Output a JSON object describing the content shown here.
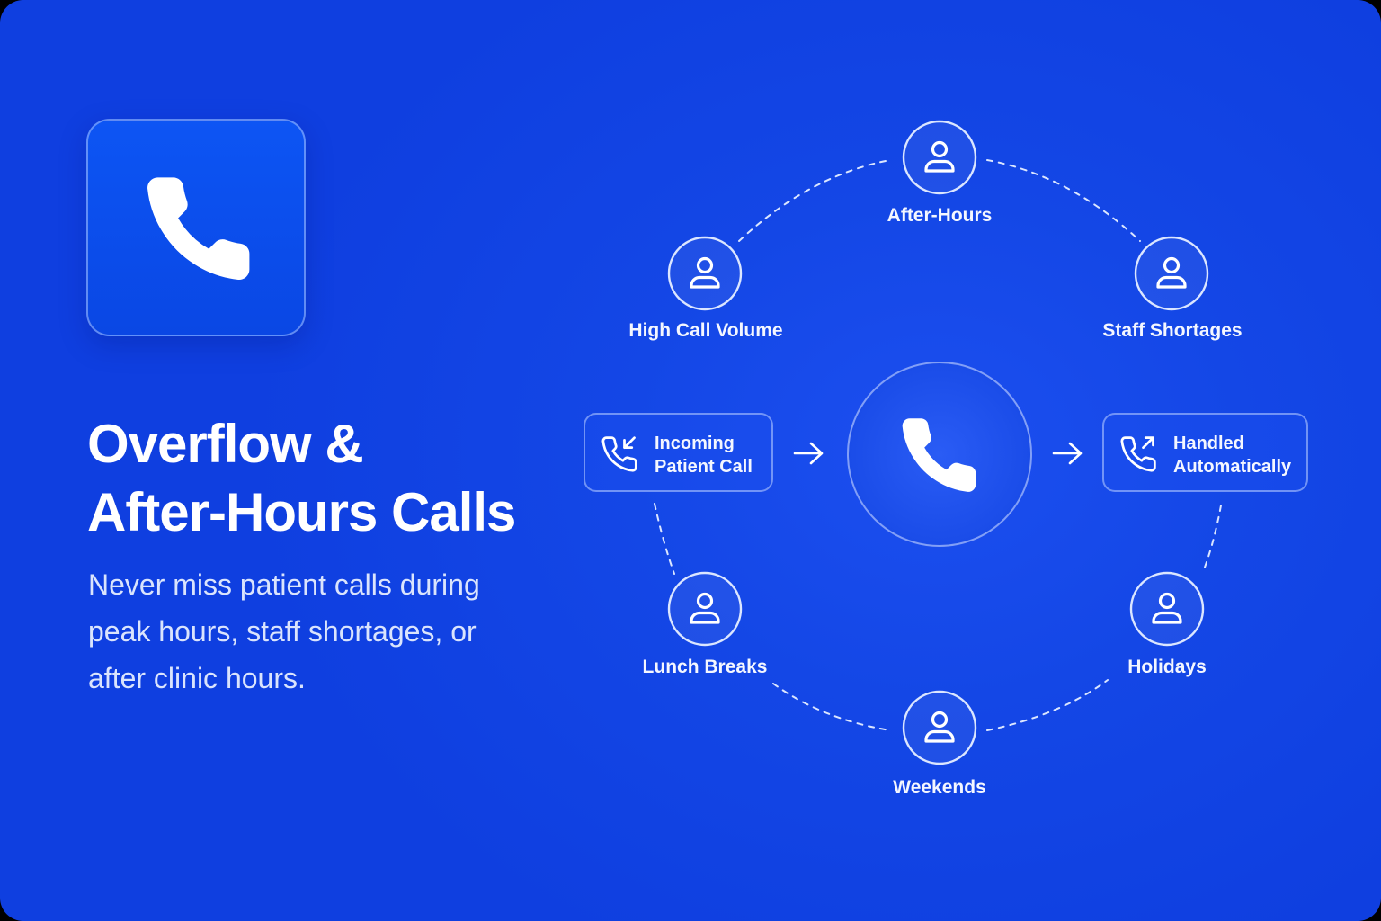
{
  "colors": {
    "background": "#1447e6",
    "accent_tile": "#0d55f4",
    "line": "#dbe6ff",
    "text": "#ffffff"
  },
  "header": {
    "app_icon": "phone-icon",
    "title_line1": "Overflow &",
    "title_line2": "After-Hours Calls",
    "subtitle_lines": [
      "Never miss patient calls during",
      "peak hours, staff shortages, or",
      "after clinic hours."
    ]
  },
  "diagram": {
    "center_icon": "phone-icon",
    "node_icon": "person-icon",
    "arrow_icon": "arrow-right-icon",
    "nodes": [
      {
        "id": "after-hours",
        "label": "After-Hours"
      },
      {
        "id": "high-call-volume",
        "label": "High Call Volume"
      },
      {
        "id": "staff-shortages",
        "label": "Staff Shortages"
      },
      {
        "id": "lunch-breaks",
        "label": "Lunch Breaks"
      },
      {
        "id": "holidays",
        "label": "Holidays"
      },
      {
        "id": "weekends",
        "label": "Weekends"
      }
    ],
    "incoming": {
      "icon": "incoming-call-icon",
      "line1": "Incoming",
      "line2": "Patient Call"
    },
    "outgoing": {
      "icon": "outgoing-call-icon",
      "line1": "Handled",
      "line2": "Automatically"
    }
  }
}
